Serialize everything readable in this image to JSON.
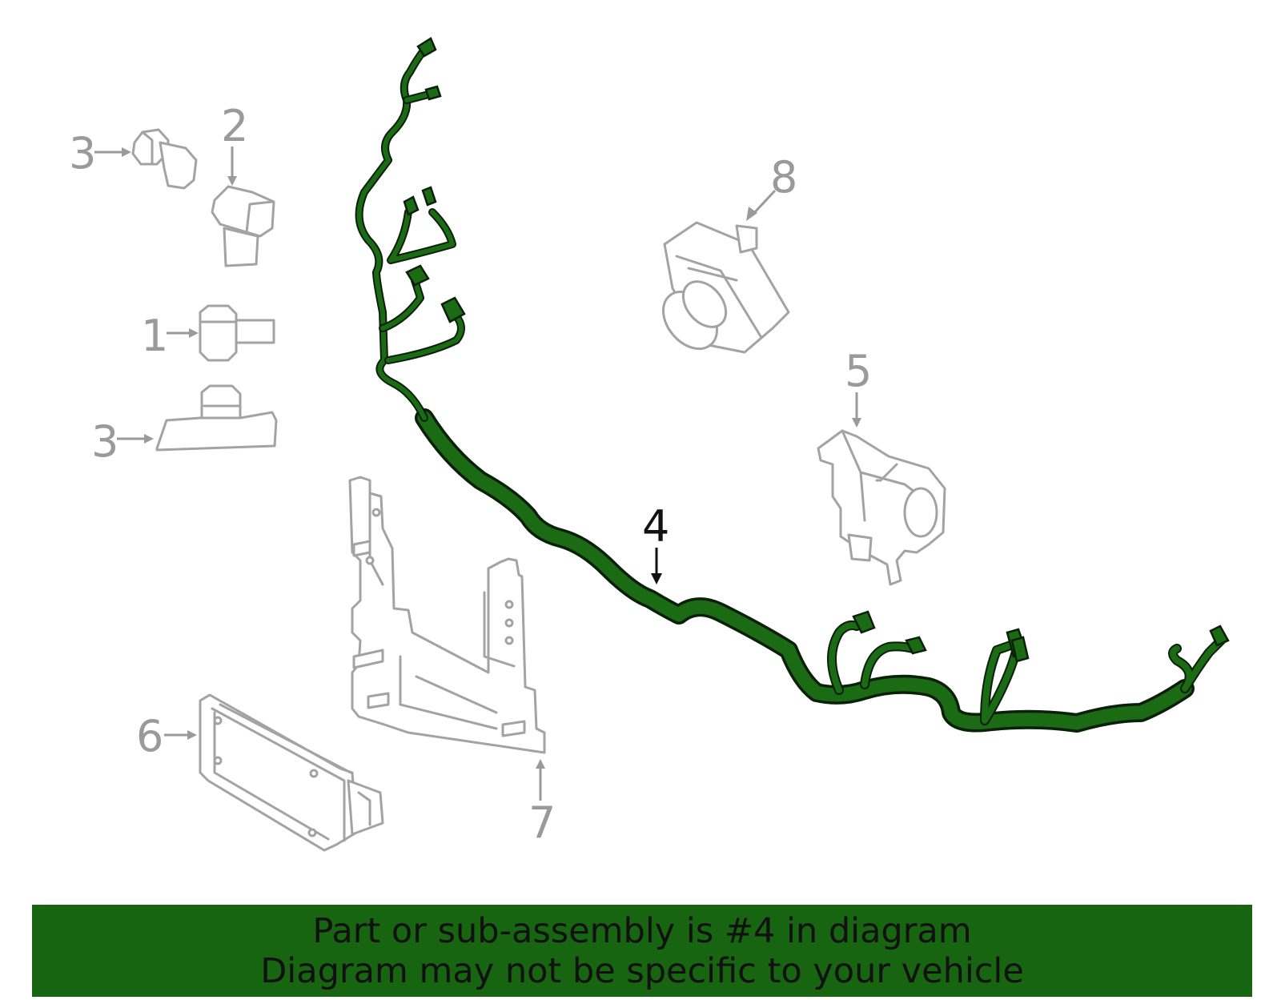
{
  "diagram": {
    "highlight_color": "#1a6b14",
    "part_color": "#a3a3a3",
    "callouts": [
      {
        "id": "c3a",
        "label": "3"
      },
      {
        "id": "c2",
        "label": "2"
      },
      {
        "id": "c1",
        "label": "1"
      },
      {
        "id": "c3b",
        "label": "3"
      },
      {
        "id": "c8",
        "label": "8"
      },
      {
        "id": "c5",
        "label": "5"
      },
      {
        "id": "c4",
        "label": "4"
      },
      {
        "id": "c6",
        "label": "6"
      },
      {
        "id": "c7",
        "label": "7"
      }
    ]
  },
  "banner": {
    "background": "#176411",
    "line1": "Part or sub-assembly is #4 in diagram",
    "line2": "Diagram may not be specific to your vehicle"
  }
}
